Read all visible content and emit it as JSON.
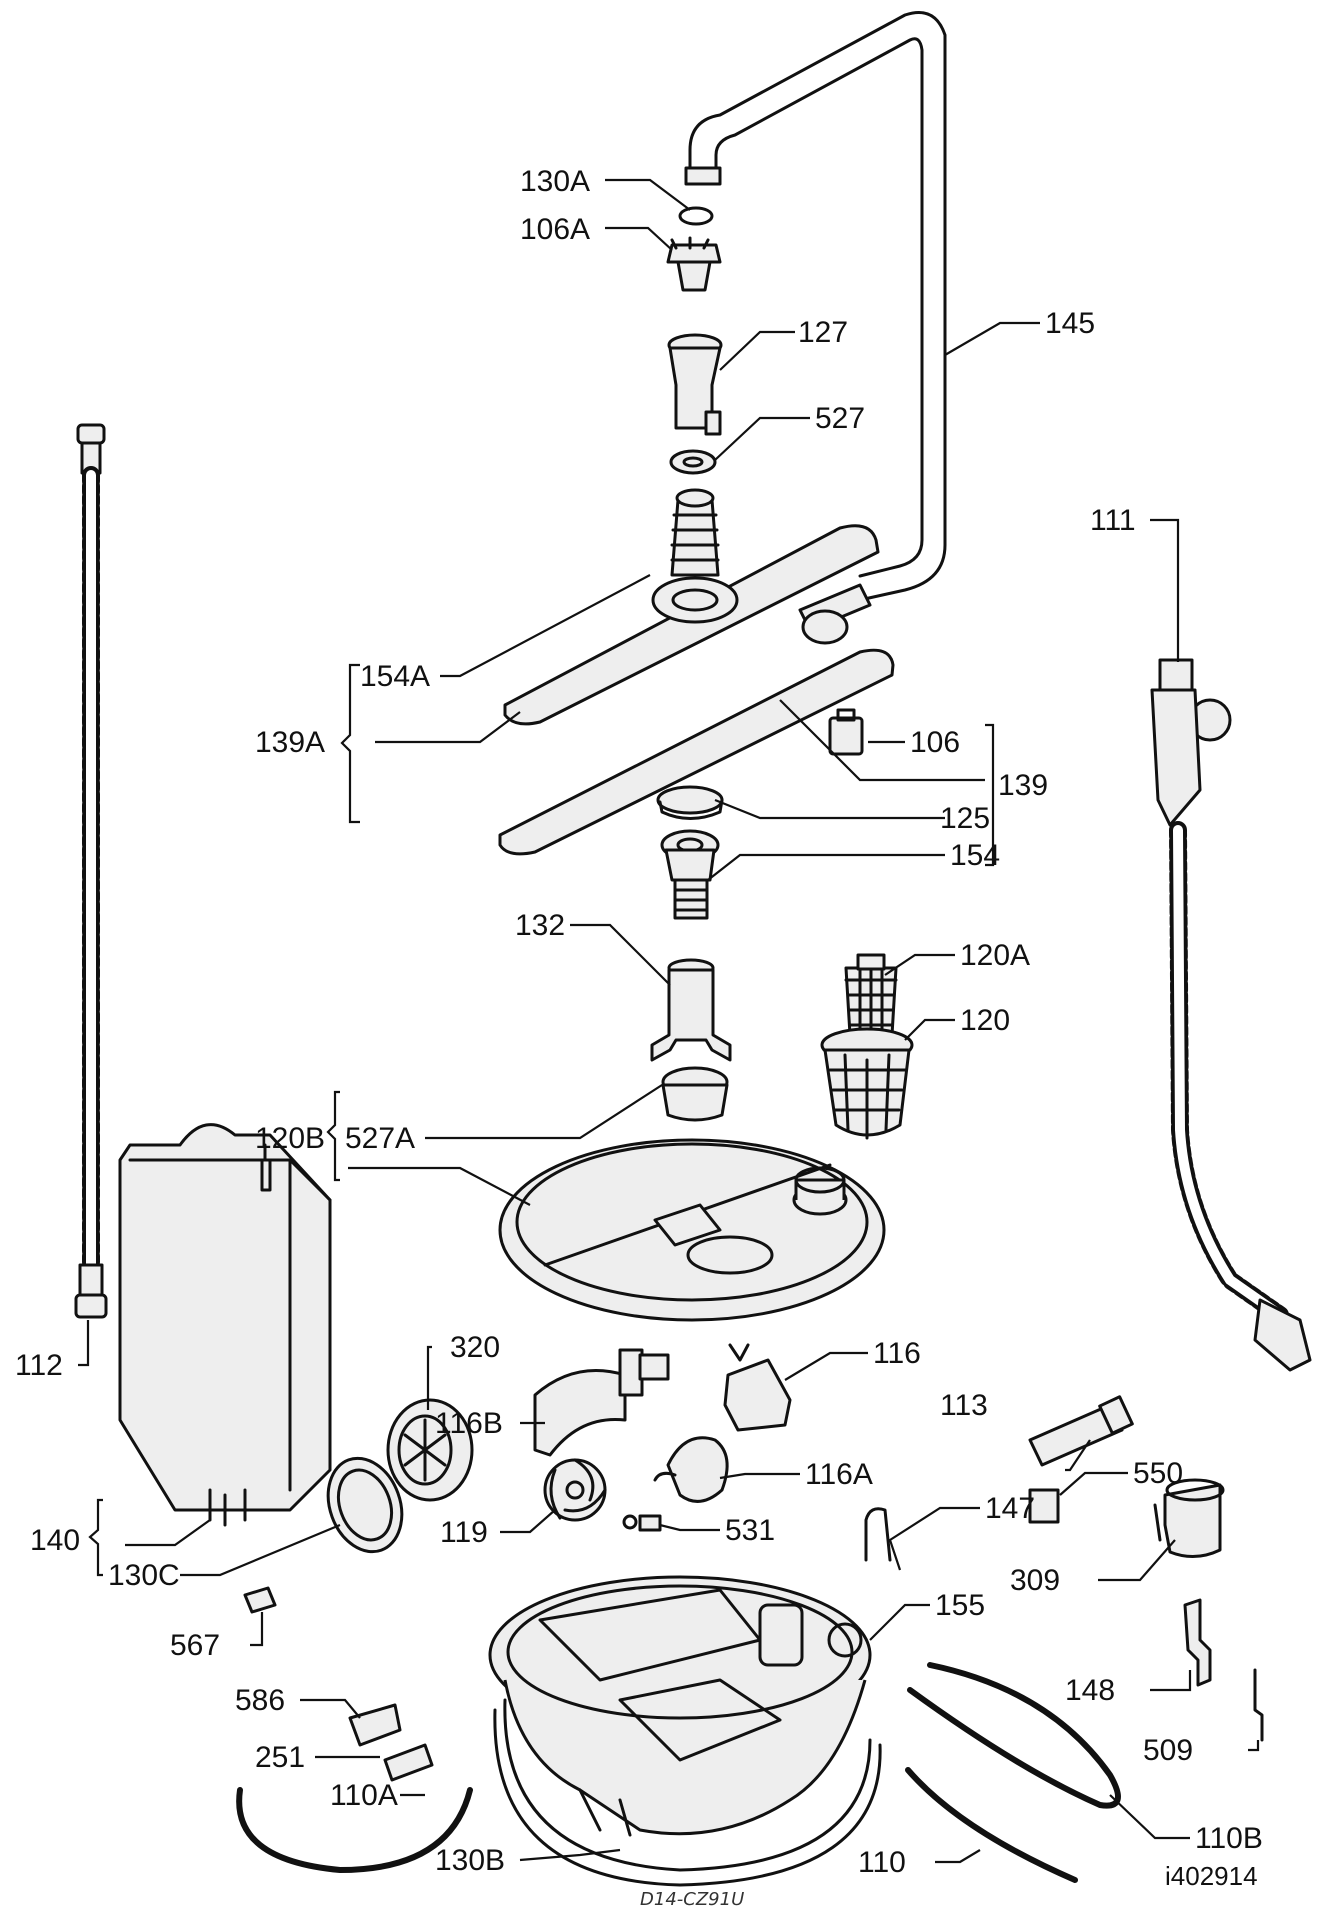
{
  "diagram": {
    "document_code": "i402914",
    "handwritten_note": "D14-CZ91U",
    "labels": {
      "l130A": "130A",
      "l106A": "106A",
      "l127": "127",
      "l145": "145",
      "l527": "527",
      "l111": "111",
      "l154A": "154A",
      "l139A": "139A",
      "l106": "106",
      "l139": "139",
      "l125": "125",
      "l154": "154",
      "l132": "132",
      "l120A": "120A",
      "l120": "120",
      "l120B": "120B",
      "l527A": "527A",
      "l112": "112",
      "l320": "320",
      "l116": "116",
      "l116B": "116B",
      "l113": "113",
      "l550": "550",
      "l116A": "116A",
      "l147": "147",
      "l119": "119",
      "l531": "531",
      "l309": "309",
      "l140": "140",
      "l130C": "130C",
      "l155": "155",
      "l567": "567",
      "l148": "148",
      "l586": "586",
      "l509": "509",
      "l251": "251",
      "l110A": "110A",
      "l110B": "110B",
      "l130B": "130B",
      "l110": "110"
    }
  }
}
